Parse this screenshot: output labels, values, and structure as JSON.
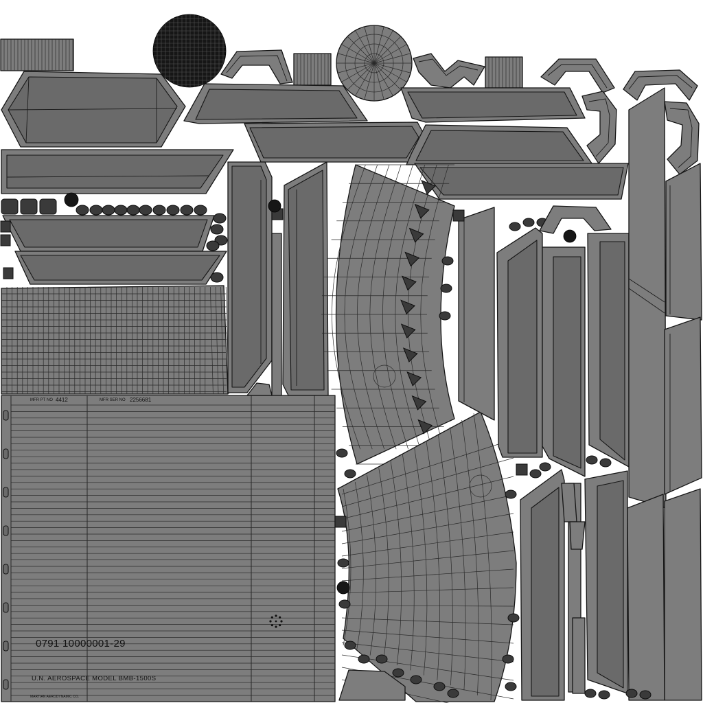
{
  "texture": {
    "labels": {
      "mfr_pt_no_label": "MFR PT NO",
      "mfr_pt_no_value": "4412",
      "mfr_ser_no_label": "MFR SER NO",
      "mfr_ser_no_value": "2256681",
      "serial_number": "0791 10000001-29",
      "model_line": "U.N. AEROSPACE   MODEL BMB-1500S",
      "maker_line": "MARTIAN AERODYNAMIC CO."
    },
    "colors": {
      "background": "#ffffff",
      "panel_fill": "#7d7d7d",
      "panel_dark": "#6a6a6a",
      "edge_line": "#151515"
    }
  }
}
